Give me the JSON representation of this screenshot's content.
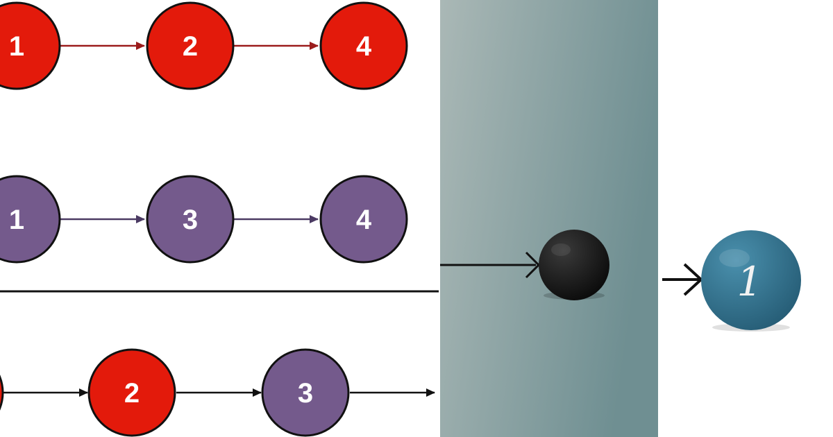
{
  "colors": {
    "red": "#e31a0b",
    "purple": "#745a8c",
    "node_stroke": "#111111",
    "red_edge": "#9b1c1c",
    "purple_edge": "#4b3a63",
    "black_edge": "#111111",
    "node_text": "#ffffff",
    "panel_left": "#aab8b6",
    "panel_right": "#6f8f92",
    "teal_ball": "#2f6f8c"
  },
  "lists": {
    "list_a": {
      "nodes": [
        "1",
        "2",
        "4"
      ],
      "color": "red"
    },
    "list_b": {
      "nodes": [
        "1",
        "3",
        "4"
      ],
      "color": "purple"
    },
    "merged": {
      "nodes": [
        "2",
        "3"
      ],
      "colors": [
        "red",
        "purple"
      ]
    }
  },
  "photo_panel": {
    "ball_icon": "black-ball-icon",
    "next_ball_label": "1",
    "next_ball_icon": "teal-ball-icon"
  }
}
